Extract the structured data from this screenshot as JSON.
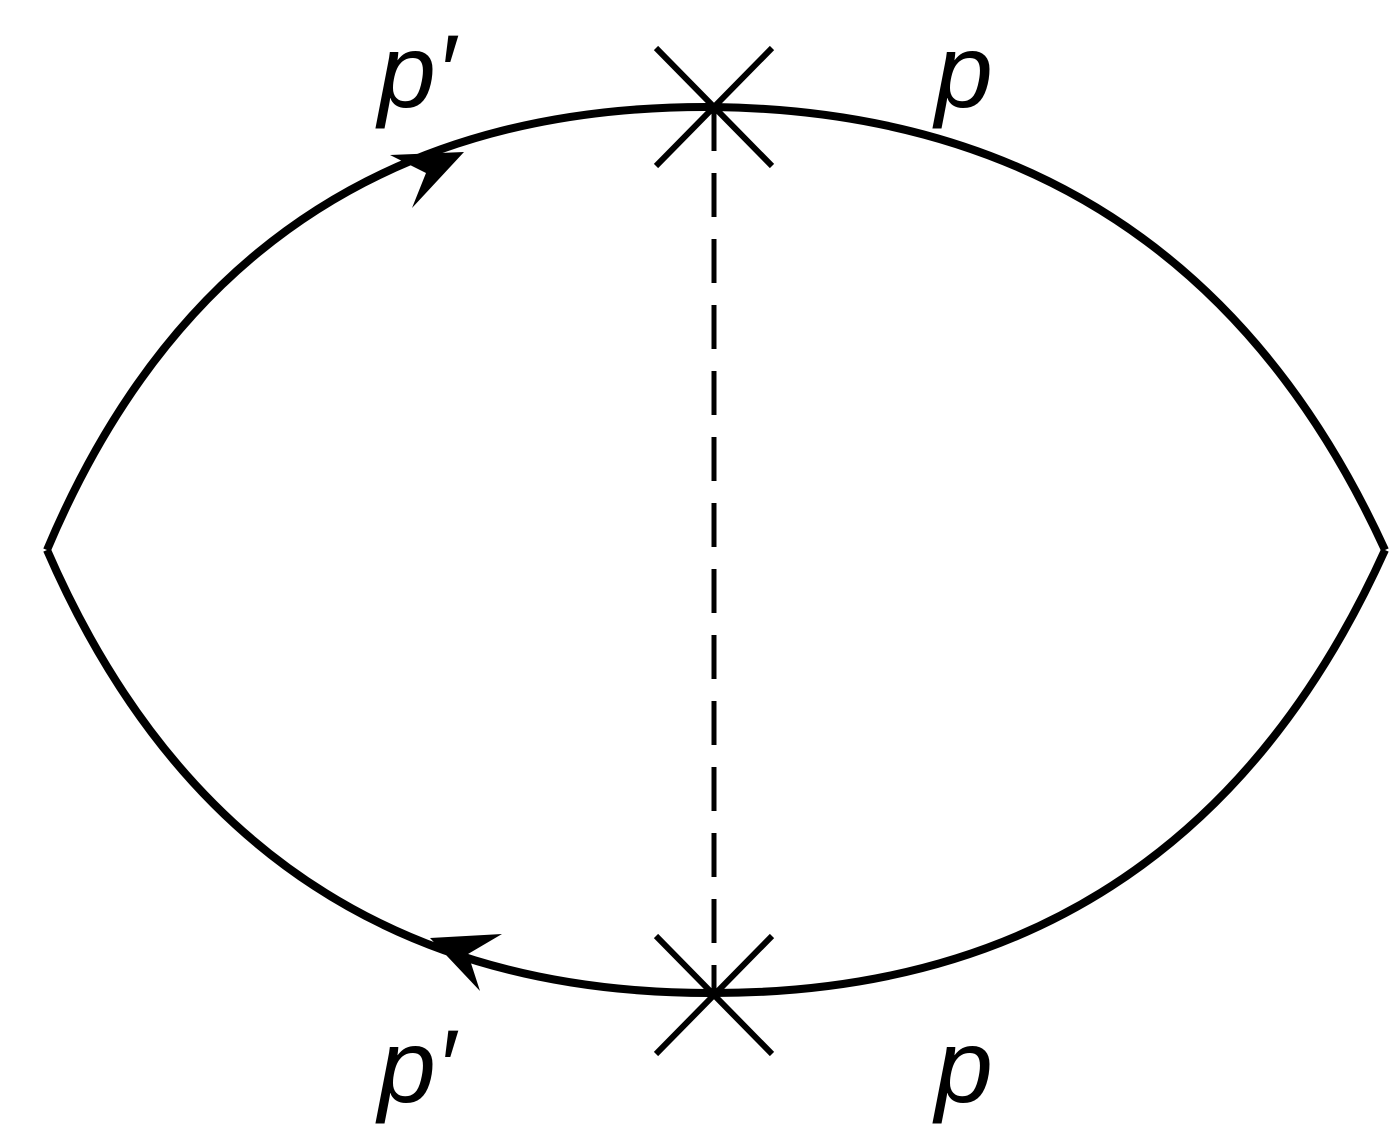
{
  "diagram": {
    "labels": {
      "top_left": "p′",
      "top_right": "p",
      "bottom_left": "p′",
      "bottom_right": "p"
    }
  }
}
